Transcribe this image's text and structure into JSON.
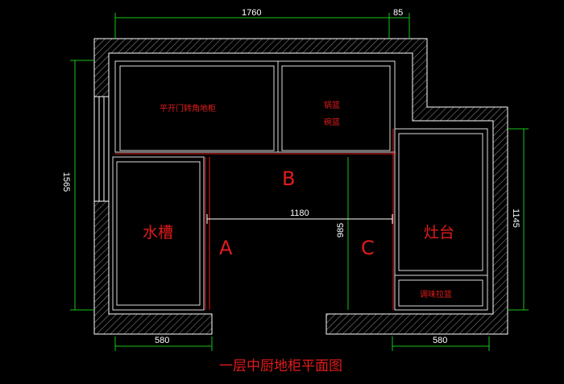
{
  "title": "一层中厨地柜平面图",
  "dimensions": {
    "top_width": "1760",
    "top_offset": "85",
    "left_height": "1565",
    "right_height": "1145",
    "bottom_left": "580",
    "bottom_right": "580",
    "aisle_width": "1180",
    "aisle_depth": "985"
  },
  "zones": {
    "a": "A",
    "b": "B",
    "c": "C"
  },
  "cabinets": {
    "corner": "平开门转角地柜",
    "pot_basket": "锅篮",
    "bowl_basket": "碗篮",
    "sink": "水槽",
    "stove": "灶台",
    "spice_basket": "调味拉篮"
  },
  "colors": {
    "wall": "#ffffff",
    "dim_line": "#19c419",
    "cabinet_label": "#e31b1b"
  }
}
